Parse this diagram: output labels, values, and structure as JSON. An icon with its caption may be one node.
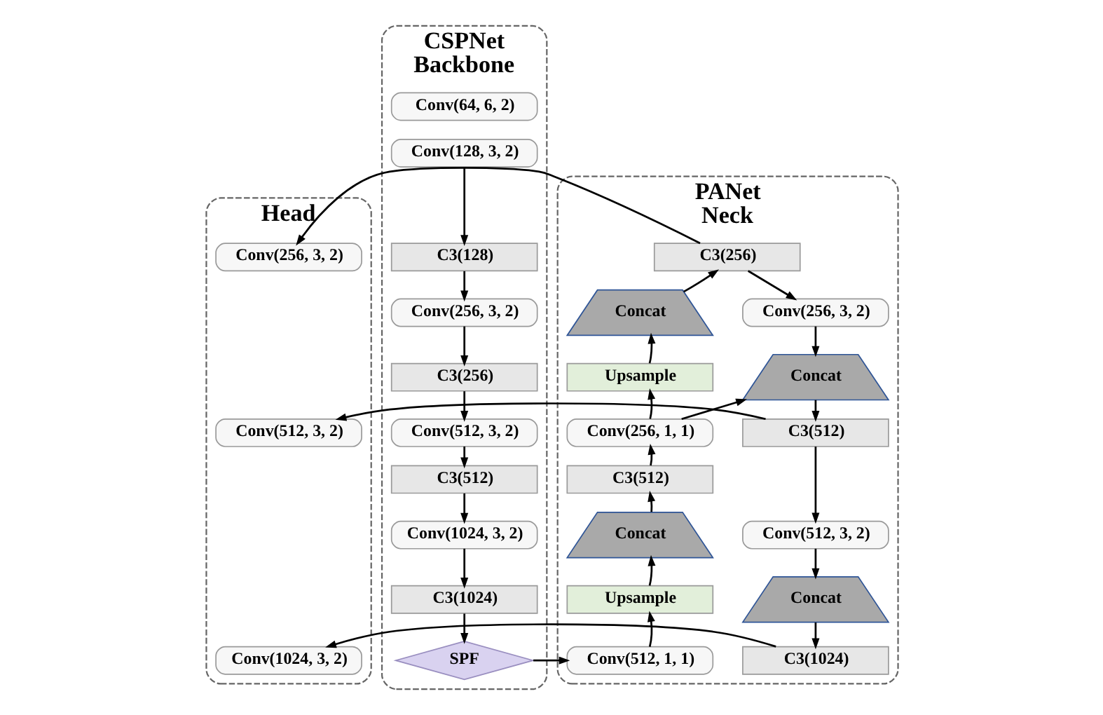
{
  "diagram": {
    "nodes": [
      {
        "text": [
          "CSPNet",
          "Backbone"
        ]
      },
      {
        "text": [
          "Conv(64, 6, 2)"
        ],
        "in": 0
      },
      {
        "text": [
          "Conv(128, 3, 2)"
        ],
        "in": 0
      },
      {
        "text": [
          "C3(128)"
        ],
        "in": 0
      },
      {
        "text": [
          "Conv(256, 3, 2)"
        ],
        "in": 0
      },
      {
        "text": [
          "C3(256)"
        ],
        "in": 0
      },
      {
        "text": [
          "Conv(512, 3, 2)"
        ],
        "in": 0
      },
      {
        "text": [
          "C3(512)"
        ],
        "in": 0
      },
      {
        "text": [
          "Conv(1024, 3, 2)"
        ],
        "in": 0
      },
      {
        "text": [
          "C3(1024)"
        ],
        "in": 0
      },
      {
        "text": [
          "SPF"
        ],
        "in": 0
      },
      {
        "text": [
          "PANet",
          "Neck"
        ]
      },
      {
        "text": [
          "C3(256)"
        ],
        "in": 11
      },
      {
        "text": [
          "Concat"
        ],
        "in": 11
      },
      {
        "text": [
          "Upsample"
        ],
        "in": 11
      },
      {
        "text": [
          "Conv(256, 1, 1)"
        ],
        "in": 11
      },
      {
        "text": [
          "C3(512)"
        ],
        "in": 11
      },
      {
        "text": [
          "Concat"
        ],
        "in": 11
      },
      {
        "text": [
          "Upsample"
        ],
        "in": 11
      },
      {
        "text": [
          "Conv(512, 1, 1)"
        ],
        "in": 11
      },
      {
        "text": [
          "Conv(256, 3, 2)"
        ],
        "in": 11
      },
      {
        "text": [
          "Concat"
        ],
        "in": 11
      },
      {
        "text": [
          "C3(512)"
        ],
        "in": 11
      },
      {
        "text": [
          "Conv(512, 3, 2)"
        ],
        "in": 11
      },
      {
        "text": [
          "Concat"
        ],
        "in": 11
      },
      {
        "text": [
          "C3(1024)"
        ],
        "in": 11
      },
      {
        "text": [
          "Head"
        ]
      },
      {
        "text": [
          "Conv(256, 3, 2)"
        ],
        "in": 26
      },
      {
        "text": [
          "Conv(512, 3, 2)"
        ],
        "in": 26
      },
      {
        "text": [
          "Conv(1024, 3, 2)"
        ],
        "in": 26
      }
    ],
    "edges": [
      {
        "from": 2,
        "to": 3,
        "arrow": "to"
      },
      {
        "from": 3,
        "to": 4,
        "arrow": "to"
      },
      {
        "from": 4,
        "to": 5,
        "arrow": "to"
      },
      {
        "from": 5,
        "to": 6,
        "arrow": "to"
      },
      {
        "from": 6,
        "to": 7,
        "arrow": "to"
      },
      {
        "from": 7,
        "to": 8,
        "arrow": "to"
      },
      {
        "from": 8,
        "to": 9,
        "arrow": "to"
      },
      {
        "from": 9,
        "to": 10,
        "arrow": "to"
      },
      {
        "from": 10,
        "to": 19,
        "arrow": "to"
      },
      {
        "from": 19,
        "to": 18,
        "arrow": "to"
      },
      {
        "from": 18,
        "to": 17,
        "arrow": "to"
      },
      {
        "from": 17,
        "to": 16,
        "arrow": "to"
      },
      {
        "from": 16,
        "to": 15,
        "arrow": "to"
      },
      {
        "from": 15,
        "to": 14,
        "arrow": "to"
      },
      {
        "from": 14,
        "to": 13,
        "arrow": "to"
      },
      {
        "from": 13,
        "to": 12,
        "arrow": "to"
      },
      {
        "from": 12,
        "to": 27,
        "arrow": "to"
      },
      {
        "from": 12,
        "to": 20,
        "arrow": "to"
      },
      {
        "from": 20,
        "to": 21,
        "arrow": "to"
      },
      {
        "from": 15,
        "to": 21,
        "arrow": "to"
      },
      {
        "from": 21,
        "to": 22,
        "arrow": "to"
      },
      {
        "from": 22,
        "to": 28,
        "arrow": "to"
      },
      {
        "from": 22,
        "to": 23,
        "arrow": "to"
      },
      {
        "from": 23,
        "to": 24,
        "arrow": "to"
      },
      {
        "from": 24,
        "to": 25,
        "arrow": "to"
      },
      {
        "from": 25,
        "to": 29,
        "arrow": "to"
      }
    ]
  }
}
